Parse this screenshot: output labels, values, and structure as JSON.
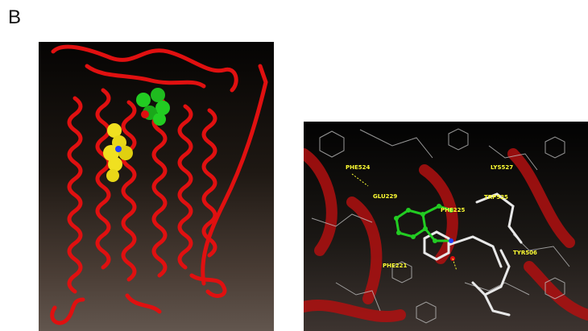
{
  "panel": {
    "label": "B"
  },
  "colors": {
    "ribbon": "#e01010",
    "ligand_yellow": "#f0e020",
    "ligand_green": "#22cc22",
    "label_yellow": "#ffff33",
    "stick_white": "#e8e8e8"
  },
  "residues": [
    {
      "label": "PHE524"
    },
    {
      "label": "LYS527"
    },
    {
      "label": "GLU229"
    },
    {
      "label": "PHE225"
    },
    {
      "label": "TRP525"
    },
    {
      "label": "PHE221"
    },
    {
      "label": "TYR506"
    }
  ]
}
